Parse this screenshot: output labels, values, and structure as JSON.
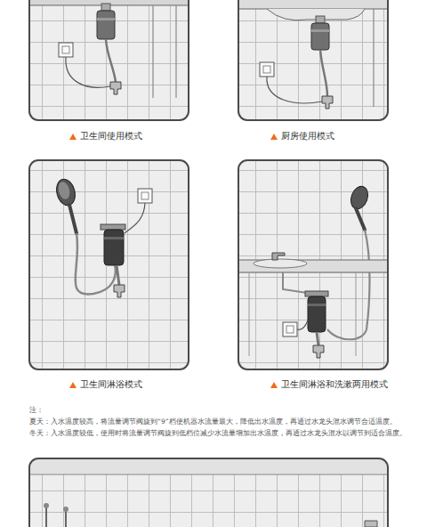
{
  "diagram": {
    "labels": [
      "卫生间使用模式",
      "厨房使用模式",
      "卫生间淋浴模式",
      "卫生间淋浴和洗漱两用模式",
      "注：",
      "夏天：入水温度较高，将流量调节阀旋到“9”档使机器水流量最大，降低出水温度，再通过水龙头混水调节合适温度。",
      "冬天：入水温度较低，使用时将流量调节阀旋到低档位减少水流量增加出水温度，再通过水龙头混水以调节到适合温度。"
    ]
  }
}
